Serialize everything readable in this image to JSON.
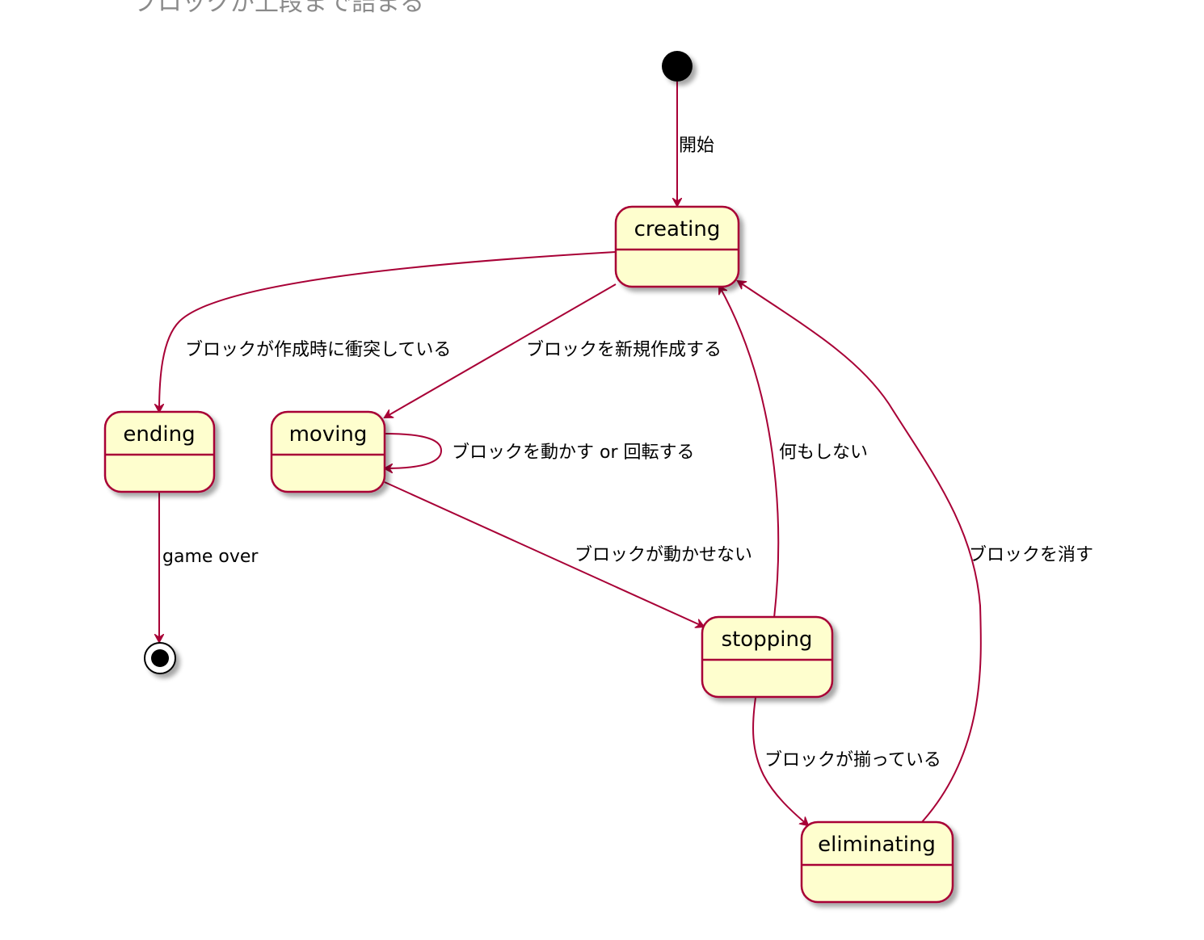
{
  "header": {
    "caption": "ブロックが上段まで詰まる"
  },
  "colors": {
    "state_fill": "#fefece",
    "state_border": "#a80036",
    "edge": "#a80036",
    "node": "#000000"
  },
  "states": {
    "creating": "creating",
    "ending": "ending",
    "moving": "moving",
    "stopping": "stopping",
    "eliminating": "eliminating"
  },
  "transitions": {
    "start_to_creating": "開始",
    "creating_to_ending": "ブロックが作成時に衝突している",
    "creating_to_moving": "ブロックを新規作成する",
    "moving_to_moving": "ブロックを動かす or 回転する",
    "stopping_to_creating": "何もしない",
    "moving_to_stopping": "ブロックが動かせない",
    "eliminating_to_creating": "ブロックを消す",
    "ending_to_final": "game over",
    "stopping_to_eliminating": "ブロックが揃っている"
  }
}
